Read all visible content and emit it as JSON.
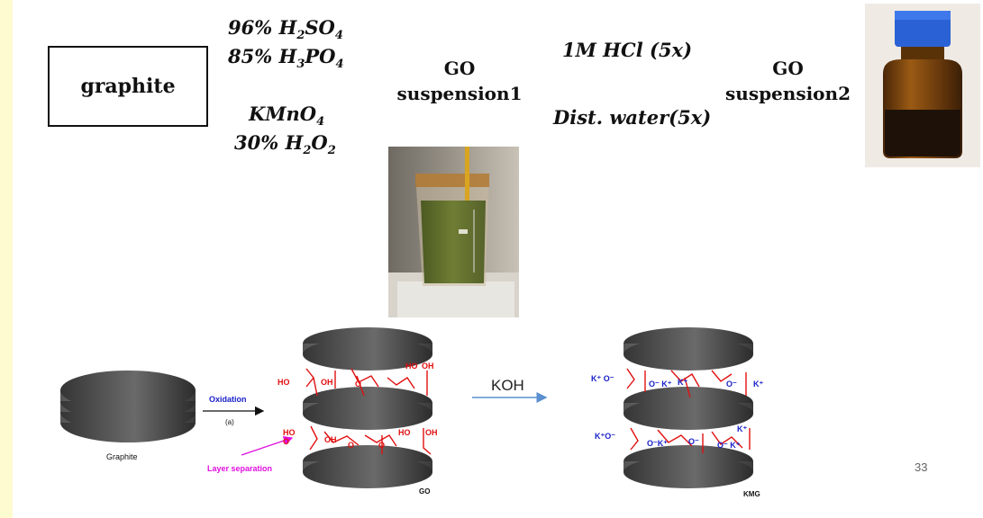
{
  "top_flow": {
    "start_box": "graphite",
    "step1_reagents": [
      {
        "pre": "96% H",
        "sub1": "2",
        "mid": "SO",
        "sub2": "4"
      },
      {
        "pre": "85% H",
        "sub1": "3",
        "mid": "PO",
        "sub2": "4"
      },
      {
        "pre": "KMnO",
        "sub1": "4",
        "mid": "",
        "sub2": ""
      },
      {
        "pre": "30% H",
        "sub1": "2",
        "mid": "O",
        "sub2": "2"
      }
    ],
    "product1": [
      "GO",
      "suspension1"
    ],
    "step2_reagents": [
      "1M HCl (5x)",
      "Dist. water(5x)"
    ],
    "product2": [
      "GO",
      "suspension2"
    ]
  },
  "scheme": {
    "graphite_label": "Graphite",
    "arrow1_top": "Oxidation",
    "arrow1_bottom": "(a)",
    "layer_sep": "Layer separation",
    "go_label": "GO",
    "arrow2_label": "KOH",
    "kmg_label": "KMG",
    "go_groups": [
      "HO",
      "OH",
      "O",
      "HO",
      "OH",
      "HO",
      "O",
      "OH",
      "OH",
      "HO",
      "O",
      "O"
    ],
    "kmg_groups": [
      "K⁺ O⁻",
      "O⁻ K⁺",
      "K⁺",
      "O⁻",
      "K⁺",
      "K⁺O⁻",
      "O⁻K⁺",
      "O⁻",
      "K⁺",
      "O⁻ K⁺"
    ]
  },
  "colors": {
    "red": "#e01010",
    "blue": "#1a22c8",
    "magenta": "#e010e0",
    "arrow_blue": "#5a8fd0"
  },
  "page_number": "33"
}
